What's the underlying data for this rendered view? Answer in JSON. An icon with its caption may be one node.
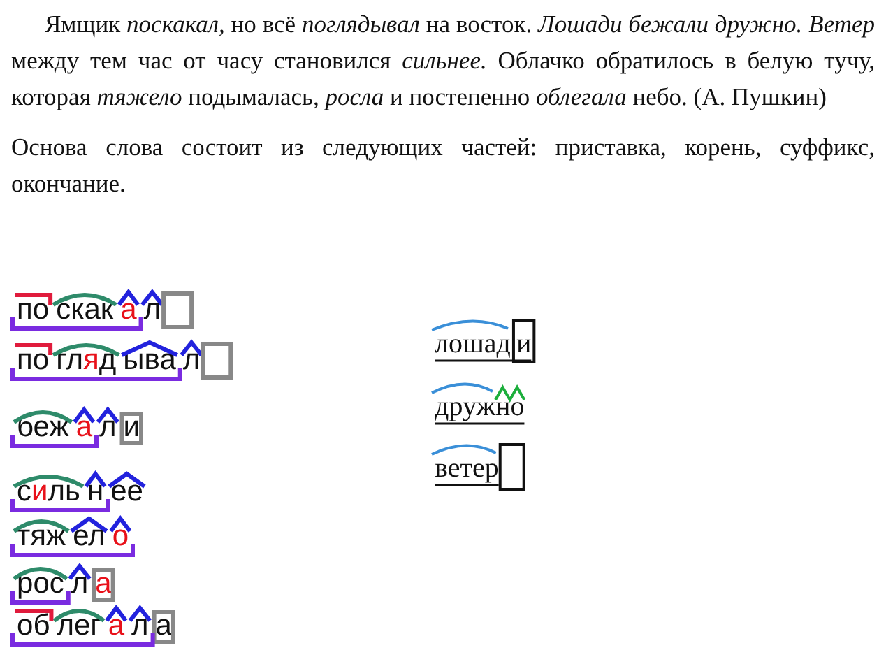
{
  "diagram": {
    "labels": [
      "Ямщик *поскакал,* но всё *поглядывал* на восток. *Лошади бежали дружно.* *Ветер* между тем час от часу становился *сильнее.* Облачко обратилось в белую тучу, которая *тяжело* подымалась, *росла* и постепенно *облегала* небо. (А. Пушкин)",
      "Основа слова состоит из следующих частей: приставка, корень, суффикс, окончание.",
      "поскакал",
      "поглядывал",
      "бежали",
      "сильнее",
      "тяжело",
      "росла",
      "облегала",
      "лошади",
      "дружно",
      "ветер"
    ]
  }
}
